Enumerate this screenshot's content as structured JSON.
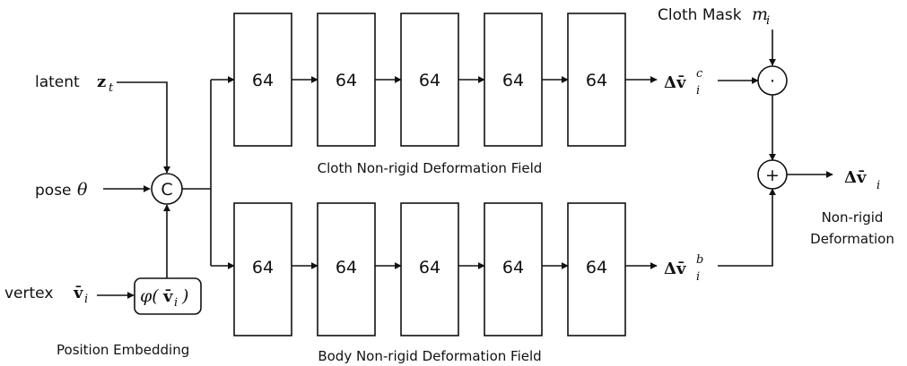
{
  "inputs": {
    "latent": {
      "word": "latent",
      "symbol": "z",
      "subscript": "t"
    },
    "pose": {
      "word": "pose",
      "symbol": "θ"
    },
    "vertex": {
      "word": "vertex",
      "symbol": "v̄",
      "subscript": "i"
    }
  },
  "embedding": {
    "func": "φ(",
    "arg": "v̄",
    "arg_sub": "i",
    "close": ")",
    "caption": "Position Embedding"
  },
  "concat_label": "C",
  "cloth_branch": {
    "layers": [
      "64",
      "64",
      "64",
      "64",
      "64"
    ],
    "caption": "Cloth Non-rigid Deformation Field",
    "output": {
      "symbol": "Δv̄",
      "sup": "c",
      "sub": "i"
    }
  },
  "body_branch": {
    "layers": [
      "64",
      "64",
      "64",
      "64",
      "64"
    ],
    "caption": "Body Non-rigid Deformation Field",
    "output": {
      "symbol": "Δv̄",
      "sup": "b",
      "sub": "i"
    }
  },
  "mask": {
    "word": "Cloth Mask",
    "symbol": "m",
    "sub": "i"
  },
  "multiply_symbol": "·",
  "add_symbol": "+",
  "final_output": {
    "symbol": "Δv̄",
    "sub": "i"
  },
  "output_caption": {
    "line1": "Non-rigid",
    "line2": "Deformation"
  }
}
